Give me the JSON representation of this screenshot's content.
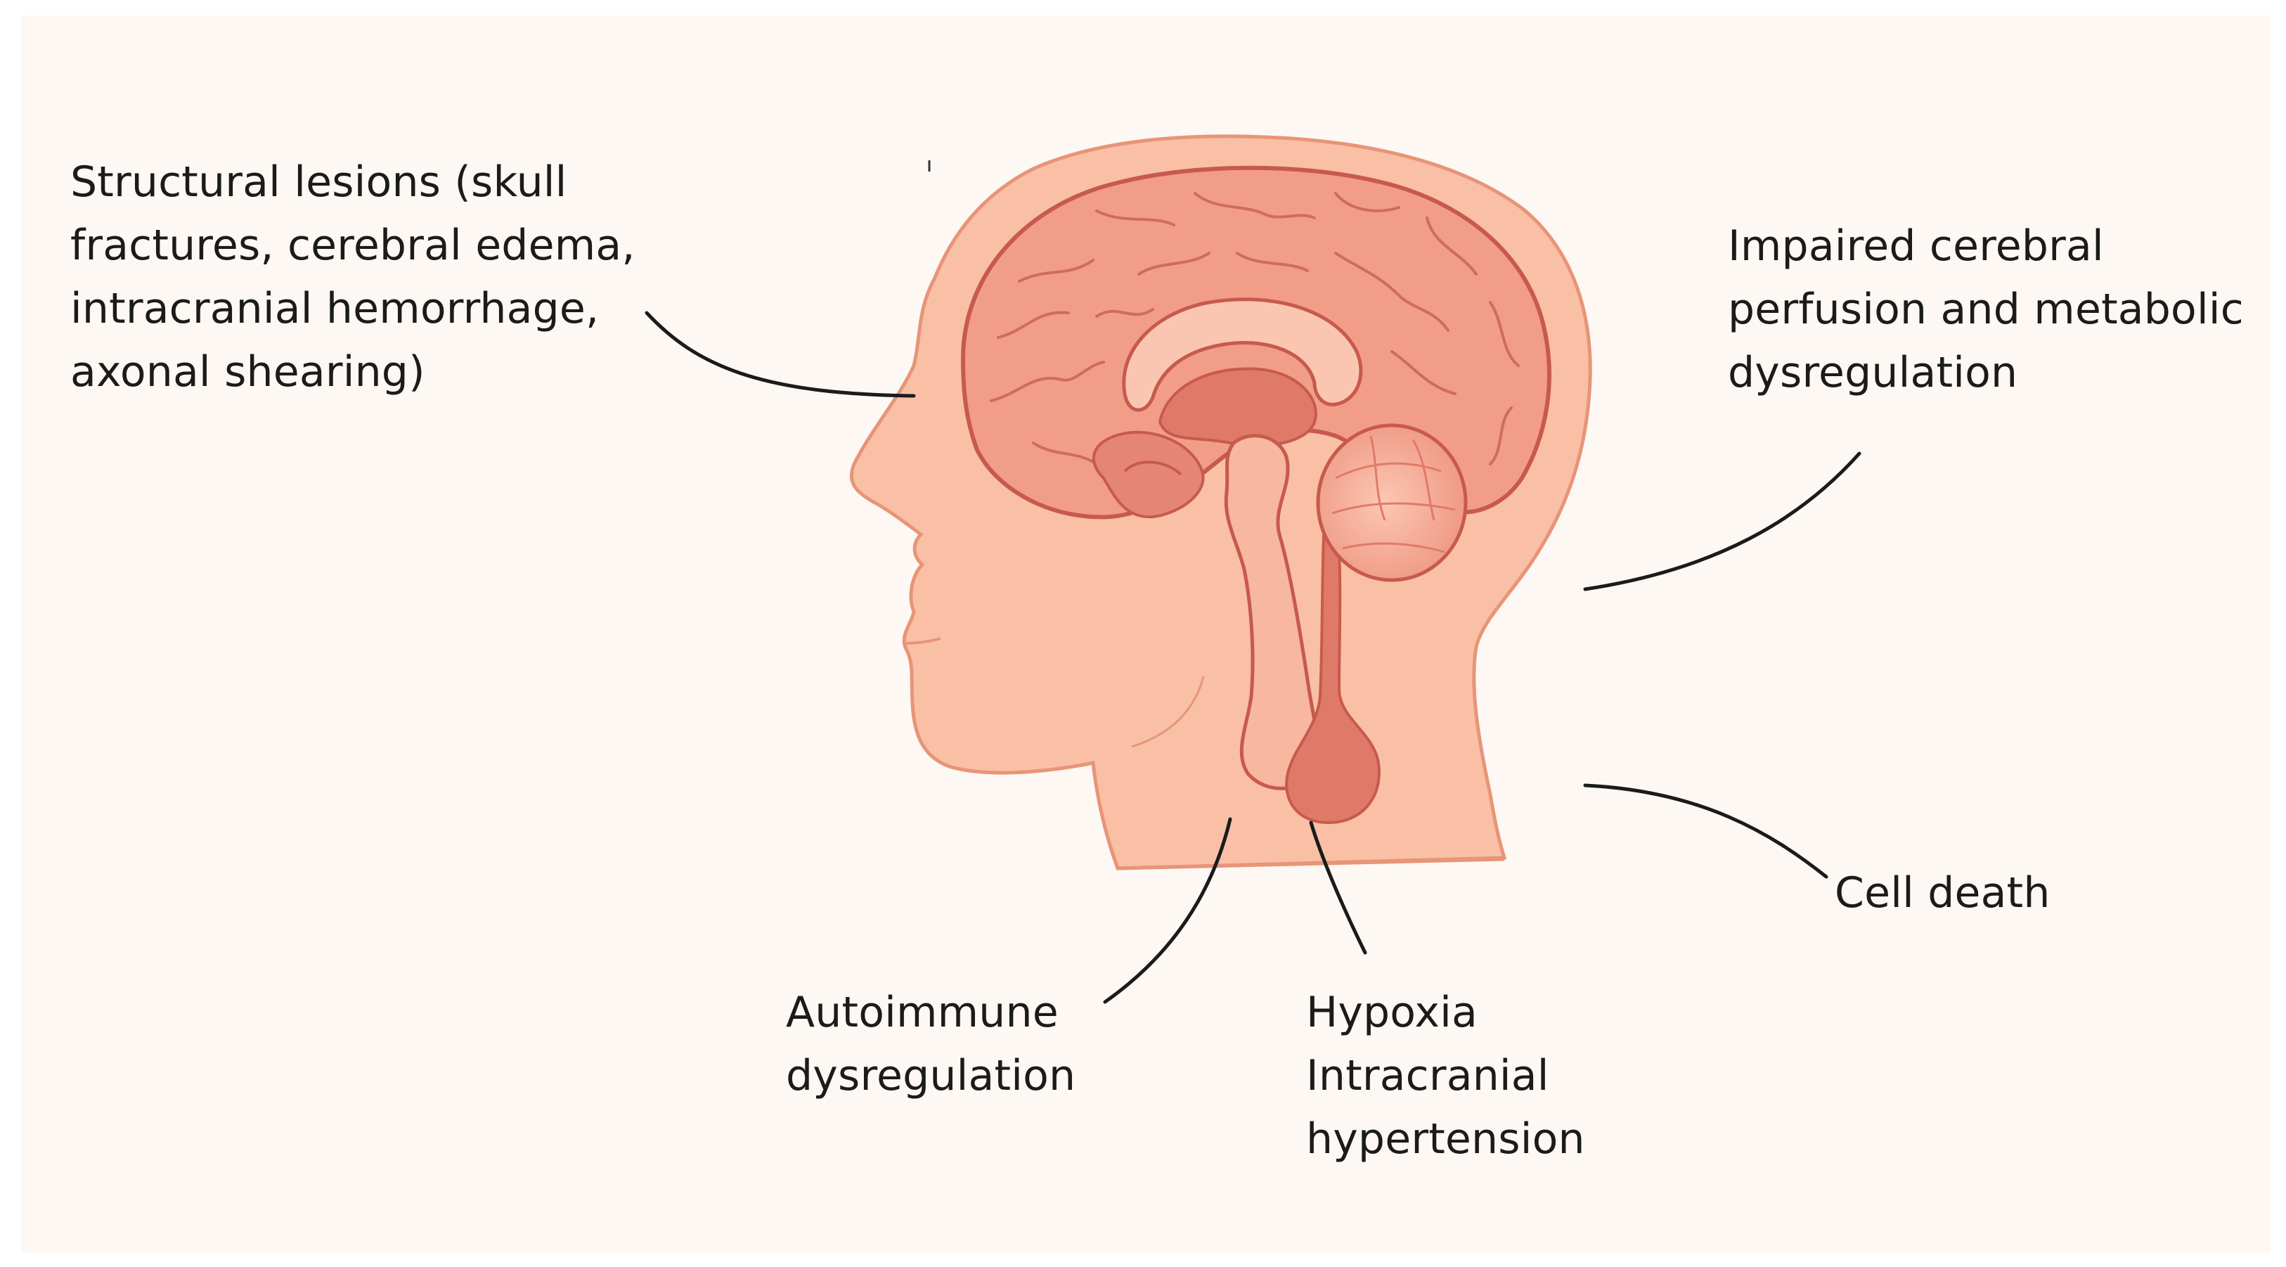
{
  "labels": {
    "structural": [
      "Structural lesions (skull",
      "fractures, cerebral edema,",
      "intracranial hemorrhage,",
      "axonal shearing)"
    ],
    "perfusion": [
      "Impaired cerebral",
      "perfusion and metabolic",
      "dysregulation"
    ],
    "cell_death": [
      "Cell death"
    ],
    "autoimmune": [
      "Autoimmune",
      "dysregulation"
    ],
    "hypoxia": [
      "Hypoxia",
      "Intracranial",
      "hypertension"
    ]
  },
  "colors": {
    "background": "#fdf8f3",
    "skin": "#f9c0a6",
    "skin_outline": "#e89478",
    "brain": "#f29d88",
    "brain_dark": "#e07a68",
    "brain_outline": "#c75a4d",
    "text": "#1b1b1b",
    "leader_line": "#1b1b1b"
  }
}
